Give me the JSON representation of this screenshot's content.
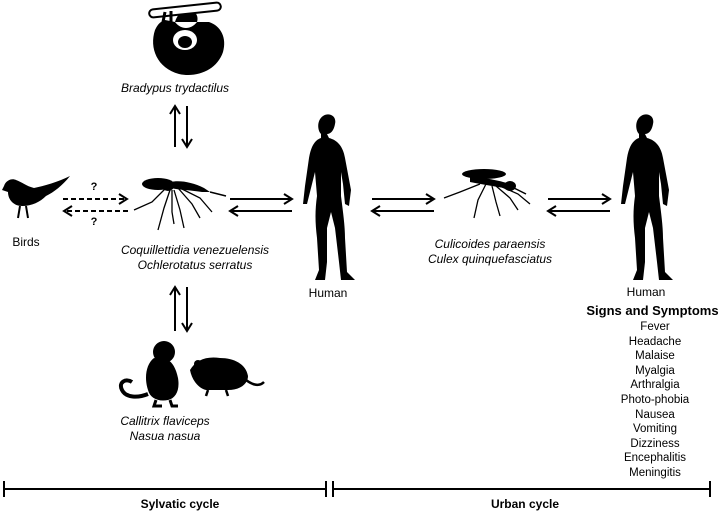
{
  "labels": {
    "sloth_species": "Bradypus trydactilus",
    "birds": "Birds",
    "question_mark": "?",
    "sylvatic_vectors": [
      "Coquillettidia venezuelensis",
      "Ochlerotatus serratus"
    ],
    "human": "Human",
    "urban_vectors": [
      "Culicoides paraensis",
      "Culex quinquefasciatus"
    ],
    "mammal_hosts": [
      "Callitrix flaviceps",
      "Nasua nasua"
    ],
    "sylvatic_cycle": "Sylvatic cycle",
    "urban_cycle": "Urban cycle"
  },
  "symptoms": {
    "title": "Signs and Symptoms",
    "items": [
      "Fever",
      "Headache",
      "Malaise",
      "Myalgia",
      "Arthralgia",
      "Photo-phobia",
      "Nausea",
      "Vomiting",
      "Dizziness",
      "Encephalitis",
      "Meningitis"
    ]
  },
  "colors": {
    "ink": "#000000",
    "background": "#ffffff",
    "bone": "#ffffff"
  },
  "icons": [
    "sloth-icon",
    "bird-icon",
    "mosquito-icon",
    "midge-icon",
    "human-icon",
    "monkey-icon",
    "rodent-icon"
  ]
}
